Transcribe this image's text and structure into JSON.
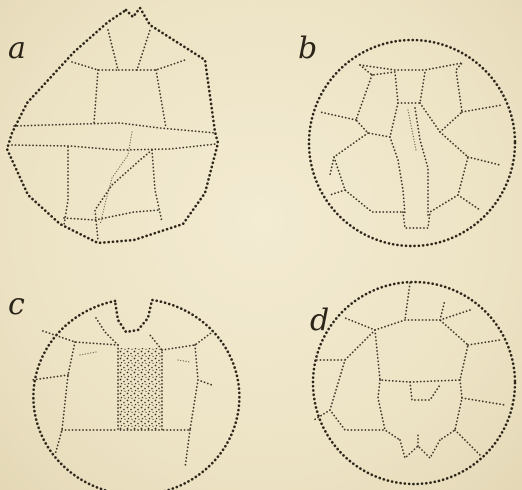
{
  "figure": {
    "panels": [
      {
        "id": "a",
        "label": "a",
        "shape": "dinoflagellate cyst, lateral view with girdle and sulcus"
      },
      {
        "id": "b",
        "label": "b",
        "shape": "dinoflagellate cyst, plate pattern view"
      },
      {
        "id": "c",
        "label": "c",
        "shape": "dinoflagellate cyst with stippled sulcal area"
      },
      {
        "id": "d",
        "label": "d",
        "shape": "dinoflagellate cyst, plate pattern view"
      }
    ],
    "colors": {
      "paper": "#efe6c9",
      "ink": "#2b2418"
    }
  }
}
